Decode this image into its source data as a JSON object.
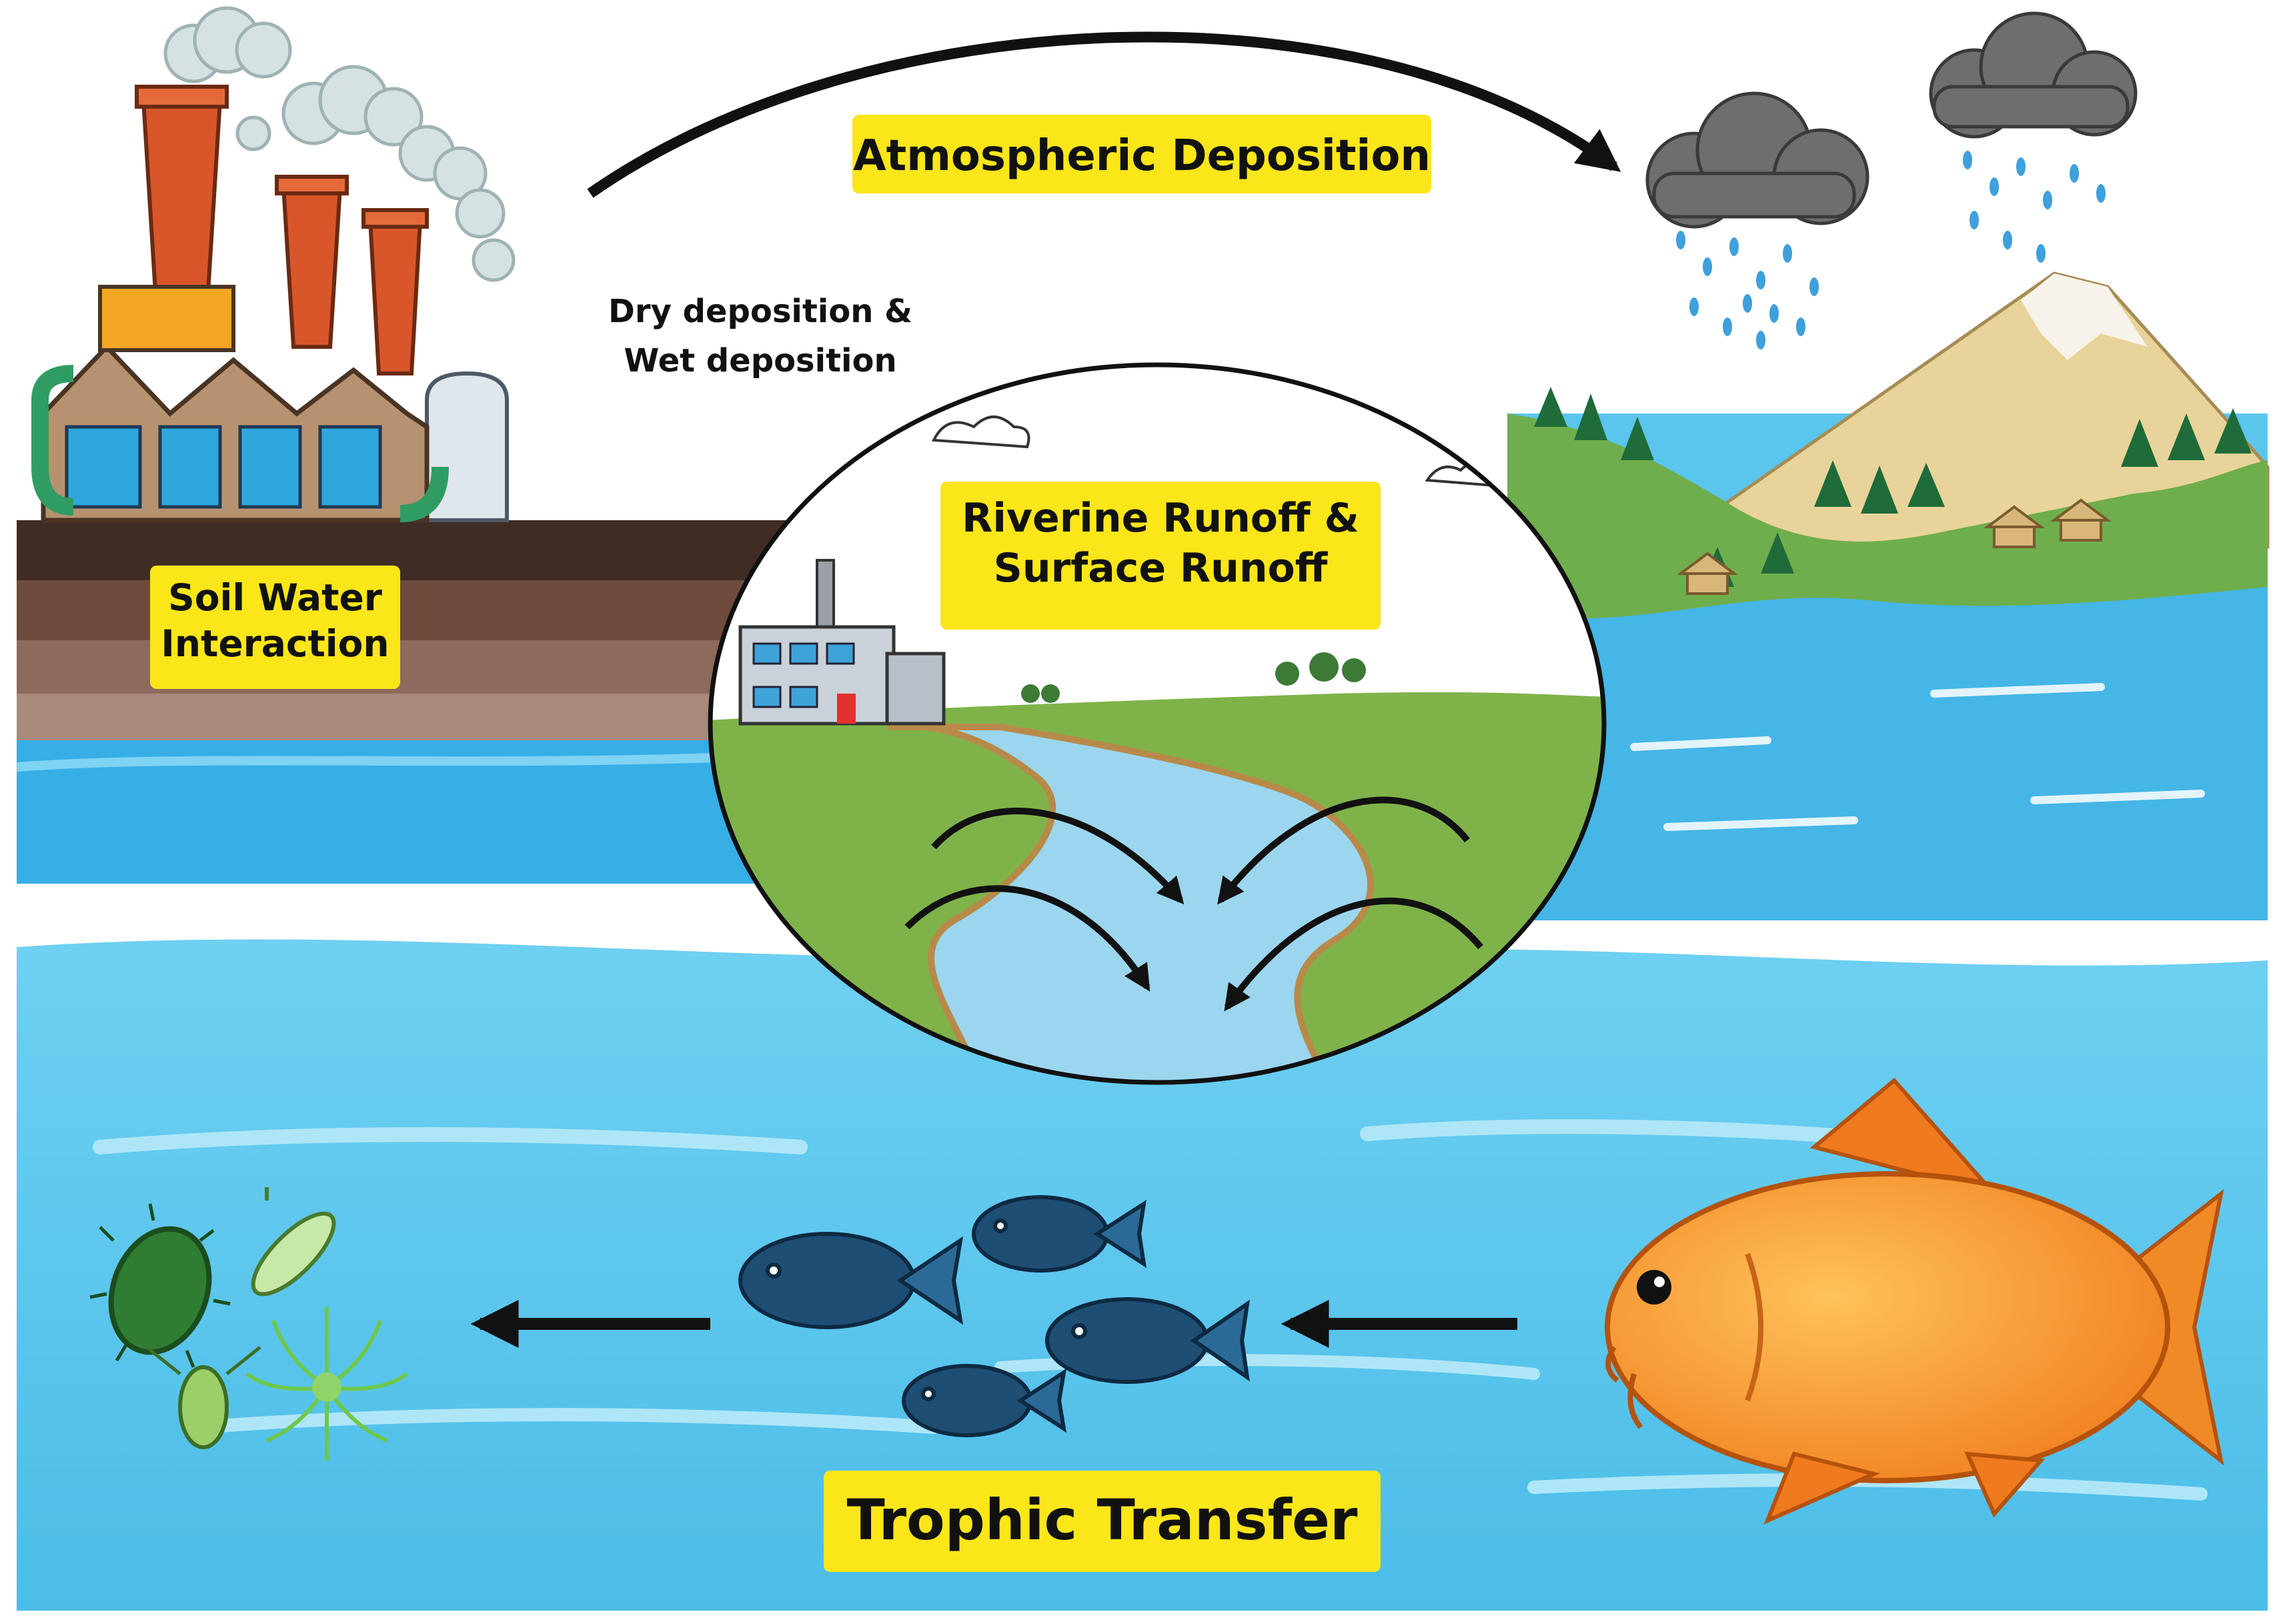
{
  "labels": {
    "atmospheric_deposition": "Atmospheric Deposition",
    "dry_wet_line1": "Dry deposition &",
    "dry_wet_line2": "Wet deposition",
    "soil_water_line1": "Soil Water",
    "soil_water_line2": "Interaction",
    "runoff_line1": "Riverine Runoff &",
    "runoff_line2": "Surface Runoff",
    "trophic_transfer": "Trophic Transfer"
  },
  "colors": {
    "label_bg": "#fbe61a",
    "water": "#5bc8ef",
    "water_dark": "#2fa6dc",
    "grass": "#7fb34a",
    "soil_dark": "#3f2c24",
    "brick": "#d9562b",
    "fish_gold": "#f59a2a",
    "fish_small": "#1f4e74"
  },
  "icons": [
    "factory-icon",
    "smoke-icon",
    "rain-cloud-icon",
    "mountain-icon",
    "river-icon",
    "small-factory-icon",
    "goldfish-icon",
    "small-fish-icon",
    "plankton-icon",
    "arrow-icon"
  ]
}
